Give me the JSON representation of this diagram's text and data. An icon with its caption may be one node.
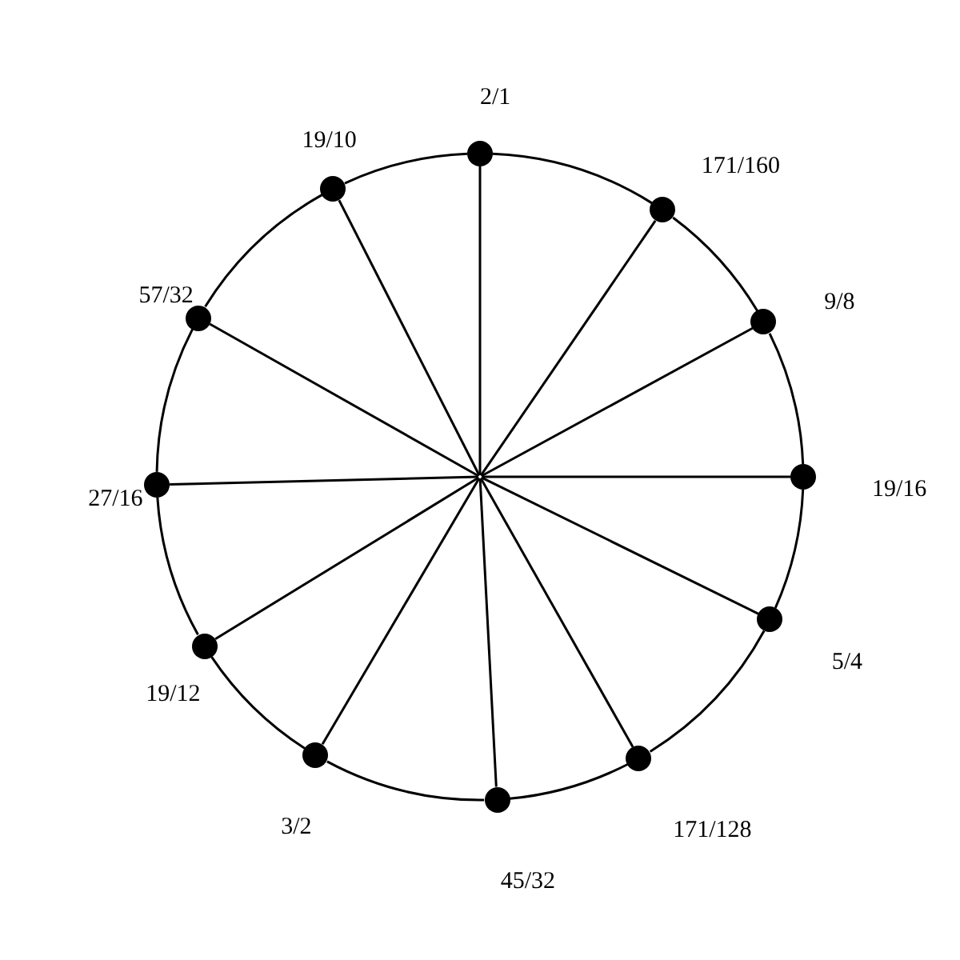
{
  "diagram": {
    "nodes": [
      {
        "text": [],
        "shape": "circle",
        "beside": [
          "2/1"
        ]
      },
      {
        "text": [],
        "shape": "circle",
        "beside": [
          "171/160"
        ]
      },
      {
        "text": [],
        "shape": "circle",
        "beside": [
          "9/8"
        ]
      },
      {
        "text": [],
        "shape": "circle",
        "beside": [
          "19/16"
        ]
      },
      {
        "text": [],
        "shape": "circle",
        "beside": [
          "5/4"
        ]
      },
      {
        "text": [],
        "shape": "circle",
        "beside": [
          "171/128"
        ]
      },
      {
        "text": [],
        "shape": "circle",
        "beside": [
          "45/32"
        ]
      },
      {
        "text": [],
        "shape": "circle",
        "beside": [
          "3/2"
        ]
      },
      {
        "text": [],
        "shape": "circle",
        "beside": [
          "19/12"
        ]
      },
      {
        "text": [],
        "shape": "circle",
        "beside": [
          "27/16"
        ]
      },
      {
        "text": [],
        "shape": "circle",
        "beside": [
          "57/32"
        ]
      },
      {
        "text": [],
        "shape": "circle",
        "beside": [
          "19/10"
        ]
      }
    ],
    "edges": [
      {
        "from": null,
        "to": 0,
        "arrow": "none"
      },
      {
        "from": null,
        "to": 1,
        "arrow": "none"
      },
      {
        "from": null,
        "to": 2,
        "arrow": "none"
      },
      {
        "from": null,
        "to": 3,
        "arrow": "none"
      },
      {
        "from": null,
        "to": 4,
        "arrow": "none"
      },
      {
        "from": null,
        "to": 5,
        "arrow": "none"
      },
      {
        "from": null,
        "to": 6,
        "arrow": "none"
      },
      {
        "from": null,
        "to": 7,
        "arrow": "none"
      },
      {
        "from": null,
        "to": 8,
        "arrow": "none"
      },
      {
        "from": null,
        "to": 9,
        "arrow": "none"
      },
      {
        "from": null,
        "to": 10,
        "arrow": "none"
      },
      {
        "from": null,
        "to": 11,
        "arrow": "none"
      },
      {
        "from": 0,
        "to": 1,
        "arrow": "none"
      },
      {
        "from": 1,
        "to": 2,
        "arrow": "none"
      },
      {
        "from": 2,
        "to": 3,
        "arrow": "none"
      },
      {
        "from": 3,
        "to": 4,
        "arrow": "none"
      },
      {
        "from": 4,
        "to": 5,
        "arrow": "none"
      },
      {
        "from": 5,
        "to": 6,
        "arrow": "none"
      },
      {
        "from": 6,
        "to": 7,
        "arrow": "none"
      },
      {
        "from": 7,
        "to": 8,
        "arrow": "none"
      },
      {
        "from": 8,
        "to": 9,
        "arrow": "none"
      },
      {
        "from": 9,
        "to": 10,
        "arrow": "none"
      },
      {
        "from": 10,
        "to": 11,
        "arrow": "none"
      },
      {
        "from": 11,
        "to": 0,
        "arrow": "none"
      }
    ]
  }
}
